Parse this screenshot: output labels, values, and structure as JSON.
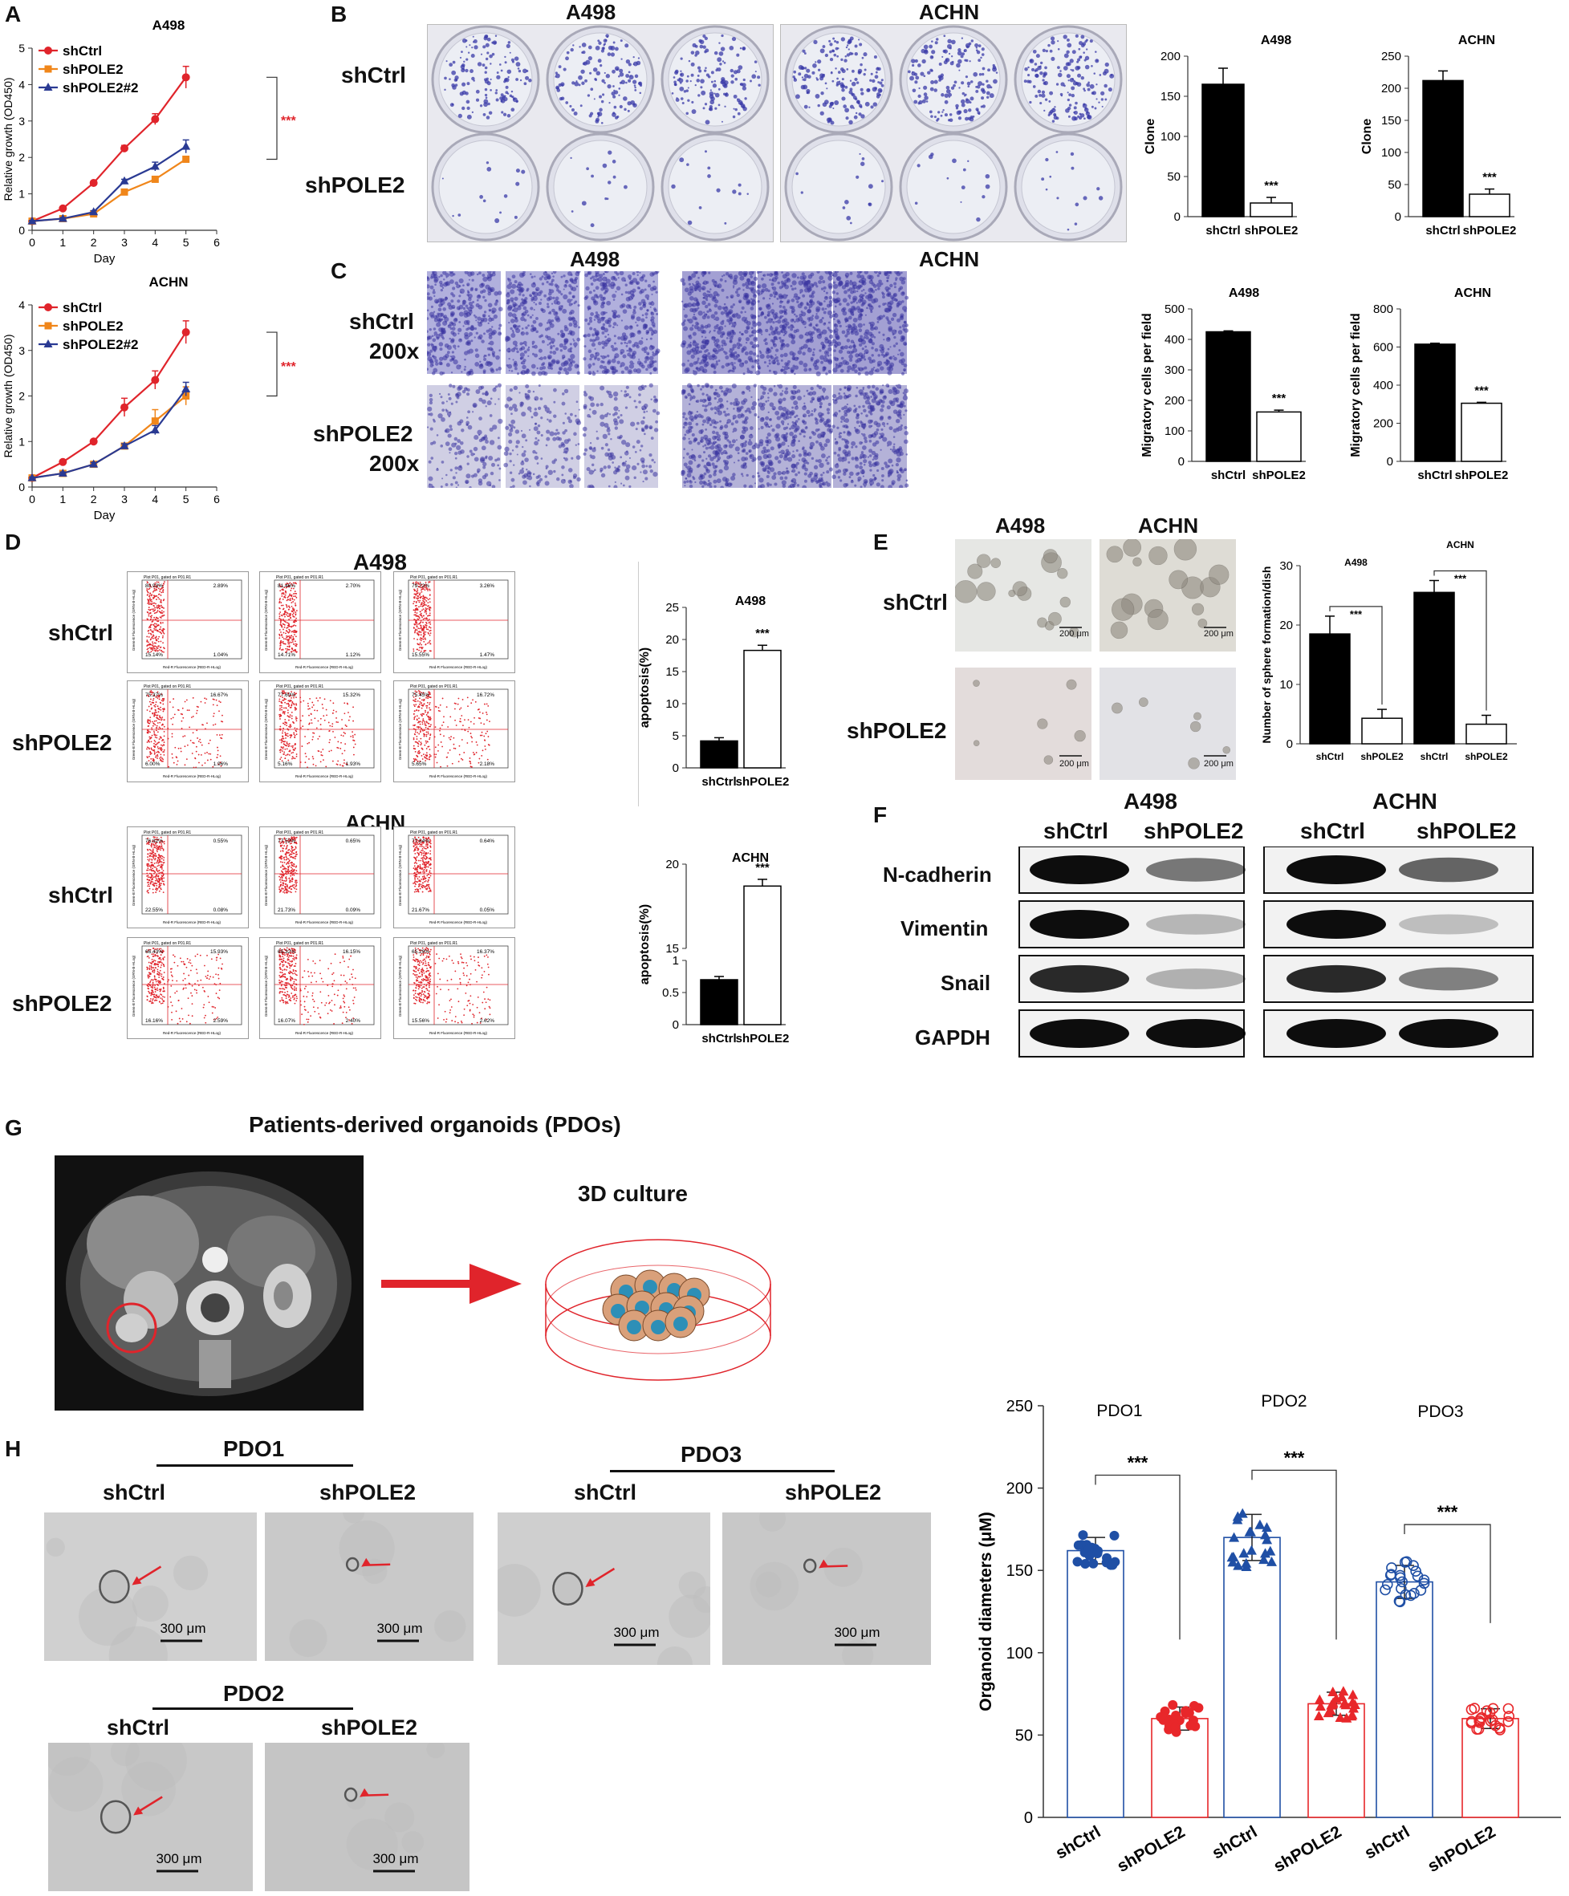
{
  "panel_letters": [
    "A",
    "B",
    "C",
    "D",
    "E",
    "F",
    "G",
    "H"
  ],
  "chart_data": [
    {
      "id": "a1",
      "type": "line",
      "title": "A498",
      "xlabel": "Day",
      "ylabel": "Relative growth (OD450)",
      "xlim": [
        0,
        6
      ],
      "ylim": [
        0,
        5
      ],
      "x": [
        0,
        1,
        2,
        3,
        4,
        5
      ],
      "series": [
        {
          "name": "shCtrl",
          "color": "#e0242b",
          "marker": "circle",
          "values": [
            0.25,
            0.6,
            1.3,
            2.25,
            3.05,
            4.2
          ],
          "err": [
            0.03,
            0.04,
            0.05,
            0.08,
            0.15,
            0.3
          ]
        },
        {
          "name": "shPOLE2",
          "color": "#f0861a",
          "marker": "square",
          "values": [
            0.25,
            0.32,
            0.45,
            1.05,
            1.4,
            1.95
          ],
          "err": [
            0.02,
            0.03,
            0.04,
            0.05,
            0.08,
            0.08
          ]
        },
        {
          "name": "shPOLE2#2",
          "color": "#2a3a93",
          "marker": "triangle",
          "values": [
            0.25,
            0.32,
            0.5,
            1.35,
            1.75,
            2.3
          ],
          "err": [
            0.02,
            0.03,
            0.04,
            0.05,
            0.12,
            0.18
          ]
        }
      ],
      "annotation": "***"
    },
    {
      "id": "a2",
      "type": "line",
      "title": "ACHN",
      "xlabel": "Day",
      "ylabel": "Relative growth (OD450)",
      "xlim": [
        0,
        6
      ],
      "ylim": [
        0,
        4
      ],
      "x": [
        0,
        1,
        2,
        3,
        4,
        5
      ],
      "series": [
        {
          "name": "shCtrl",
          "color": "#e0242b",
          "marker": "circle",
          "values": [
            0.2,
            0.55,
            1.0,
            1.75,
            2.35,
            3.4
          ],
          "err": [
            0.02,
            0.04,
            0.04,
            0.2,
            0.2,
            0.25
          ]
        },
        {
          "name": "shPOLE2",
          "color": "#f0861a",
          "marker": "square",
          "values": [
            0.2,
            0.3,
            0.5,
            0.9,
            1.45,
            2.0
          ],
          "err": [
            0.02,
            0.03,
            0.04,
            0.05,
            0.25,
            0.2
          ]
        },
        {
          "name": "shPOLE2#2",
          "color": "#2a3a93",
          "marker": "triangle",
          "values": [
            0.2,
            0.3,
            0.5,
            0.9,
            1.25,
            2.15
          ],
          "err": [
            0.02,
            0.03,
            0.04,
            0.05,
            0.1,
            0.15
          ]
        }
      ],
      "annotation": "***"
    },
    {
      "id": "b1",
      "type": "bar",
      "title": "A498",
      "ylabel": "Clone",
      "categories": [
        "shCtrl",
        "shPOLE2"
      ],
      "values": [
        165,
        17
      ],
      "err": [
        20,
        7
      ],
      "ylim": [
        0,
        200
      ],
      "yticks": [
        0,
        50,
        100,
        150,
        200
      ],
      "annotation": "***"
    },
    {
      "id": "b2",
      "type": "bar",
      "title": "ACHN",
      "ylabel": "Clone",
      "categories": [
        "shCtrl",
        "shPOLE2"
      ],
      "values": [
        212,
        35
      ],
      "err": [
        15,
        8
      ],
      "ylim": [
        0,
        250
      ],
      "yticks": [
        0,
        50,
        100,
        150,
        200,
        250
      ],
      "annotation": "***"
    },
    {
      "id": "c1",
      "type": "bar",
      "title": "A498",
      "ylabel": "Migratory cells per field",
      "categories": [
        "shCtrl",
        "shPOLE2"
      ],
      "values": [
        425,
        162
      ],
      "err": [
        3,
        6
      ],
      "ylim": [
        0,
        500
      ],
      "yticks": [
        0,
        100,
        200,
        300,
        400,
        500
      ],
      "annotation": "***"
    },
    {
      "id": "c2",
      "type": "bar",
      "title": "ACHN",
      "ylabel": "Migratory cells per field",
      "categories": [
        "shCtrl",
        "shPOLE2"
      ],
      "values": [
        615,
        305
      ],
      "err": [
        5,
        5
      ],
      "ylim": [
        0,
        800
      ],
      "yticks": [
        0,
        200,
        400,
        600,
        800
      ],
      "annotation": "***"
    },
    {
      "id": "d1",
      "type": "bar",
      "title": "A498",
      "ylabel": "apoptosis(%)",
      "categories": [
        "shCtrl",
        "shPOLE2"
      ],
      "values": [
        4.2,
        18.3
      ],
      "err": [
        0.5,
        0.8
      ],
      "ylim": [
        0,
        25
      ],
      "yticks": [
        0,
        5,
        10,
        15,
        20,
        25
      ],
      "annotation": "***"
    },
    {
      "id": "d2",
      "type": "bar",
      "title": "ACHN",
      "ylabel": "apoptosis(%)",
      "categories": [
        "shCtrl",
        "shPOLE2"
      ],
      "values": [
        0.7,
        18.7
      ],
      "err": [
        0.05,
        0.4
      ],
      "ylim": [
        0,
        20
      ],
      "broken_axis": true,
      "yticks": [
        0,
        0.5,
        1.0,
        15,
        20
      ],
      "annotation": "***"
    },
    {
      "id": "e",
      "type": "bar",
      "ylabel": "Number of sphere formation/dish",
      "categories": [
        "shCtrl",
        "shPOLE2",
        "shCtrl",
        "shPOLE2"
      ],
      "groups": [
        "A498",
        "ACHN"
      ],
      "values": [
        18.5,
        4.3,
        25.5,
        3.3
      ],
      "err": [
        3,
        1.5,
        2,
        1.5
      ],
      "ylim": [
        0,
        30
      ],
      "yticks": [
        0,
        10,
        20,
        30
      ],
      "annotation": [
        "***",
        "***"
      ]
    },
    {
      "id": "h",
      "type": "scatter",
      "ylabel": "Organoid diameters (μM)",
      "groups": [
        "PDO1",
        "PDO2",
        "PDO3"
      ],
      "categories": [
        "shCtrl",
        "shPOLE2",
        "shCtrl",
        "shPOLE2",
        "shCtrl",
        "shPOLE2"
      ],
      "means": [
        162,
        60,
        170,
        69,
        143,
        60
      ],
      "sd": [
        8,
        7,
        14,
        7,
        10,
        6
      ],
      "ylim": [
        0,
        250
      ],
      "yticks": [
        0,
        50,
        100,
        150,
        200,
        250
      ],
      "annotation": [
        "***",
        "***",
        "***"
      ]
    }
  ],
  "panelB": {
    "headers": [
      "A498",
      "ACHN"
    ],
    "rows": [
      "shCtrl",
      "shPOLE2"
    ]
  },
  "panelC": {
    "headers": [
      "A498",
      "ACHN"
    ],
    "rows": [
      "shCtrl",
      "200x",
      "shPOLE2",
      "200x"
    ]
  },
  "panelD": {
    "titles": [
      "A498",
      "ACHN"
    ],
    "rows": [
      "shCtrl",
      "shPOLE2",
      "shCtrl",
      "shPOLE2"
    ],
    "quadrants": [
      [
        "80.93%",
        "2.89%",
        "15.14%",
        "1.04%"
      ],
      [
        "81.46%",
        "2.70%",
        "14.71%",
        "1.12%"
      ],
      [
        "79.72%",
        "3.26%",
        "15.55%",
        "1.47%"
      ],
      [
        "75.37%",
        "16.67%",
        "6.00%",
        "1.96%"
      ],
      [
        "77.60%",
        "15.32%",
        "5.16%",
        "1.93%"
      ],
      [
        "75.45%",
        "16.72%",
        "5.65%",
        "2.18%"
      ],
      [
        "76.82%",
        "0.55%",
        "22.55%",
        "0.08%"
      ],
      [
        "77.52%",
        "0.65%",
        "21.73%",
        "0.09%"
      ],
      [
        "77.64%",
        "0.64%",
        "21.67%",
        "0.05%"
      ],
      [
        "66.43%",
        "15.93%",
        "16.16%",
        "2.59%"
      ],
      [
        "65.32%",
        "16.15%",
        "16.07%",
        "2.40%"
      ],
      [
        "65.29%",
        "16.37%",
        "15.56%",
        "2.62%"
      ]
    ],
    "plot_title": "Plot P01, gated on P01.R1",
    "xaxis": "Red-R Fluorescence (RED-R-HLog)",
    "yaxis": "Green-B Fluorescence (GRN-B-HLog)"
  },
  "panelE": {
    "headers": [
      "A498",
      "ACHN"
    ],
    "rows": [
      "shCtrl",
      "shPOLE2"
    ],
    "scale": "200 μm",
    "group_a": "A498",
    "group_b": "ACHN"
  },
  "panelF": {
    "groups": [
      "A498",
      "ACHN"
    ],
    "lanes": [
      "shCtrl",
      "shPOLE2",
      "shCtrl",
      "shPOLE2"
    ],
    "proteins": [
      "N-cadherin",
      "Vimentin",
      "Snail",
      "GAPDH"
    ]
  },
  "panelG": {
    "title": "Patients-derived organoids (PDOs)",
    "culture": "3D culture"
  },
  "panelH": {
    "pdo1": "PDO1",
    "pdo2": "PDO2",
    "pdo3": "PDO3",
    "shctrl": "shCtrl",
    "shpole2": "shPOLE2",
    "scale": "300 μm"
  },
  "colors": {
    "red": "#e0242b",
    "orange": "#f0861a",
    "navy": "#2a3a93",
    "blue": "#1f4fa5",
    "scatter_red": "#e8272a",
    "crystal": "#3a3aa8"
  }
}
